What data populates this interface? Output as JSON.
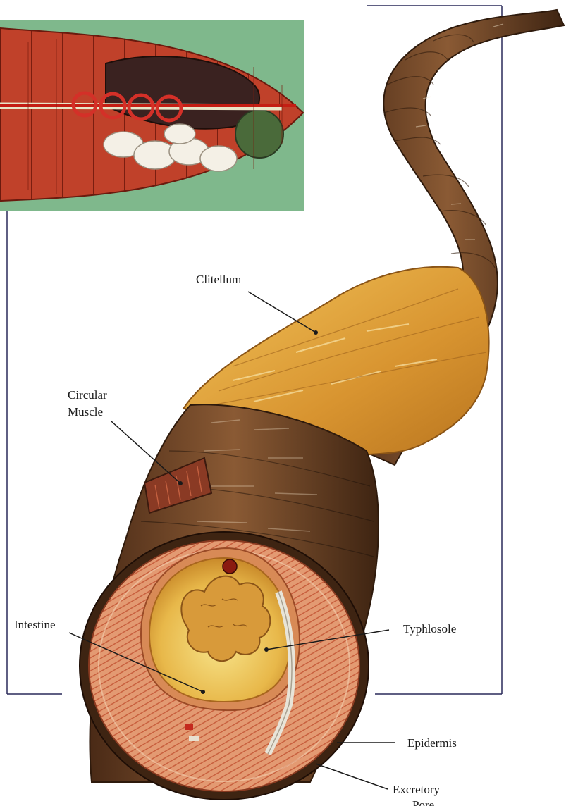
{
  "labels": {
    "clitellum": "Clitellum",
    "circular_muscle_line1": "Circular",
    "circular_muscle_line2": "Muscle",
    "intestine": "Intestine",
    "typhlosole": "Typhlosole",
    "epidermis": "Epidermis",
    "excretory_pore_line1": "Excretory",
    "excretory_pore_line2": "Pore"
  },
  "colors": {
    "inset_background": "#7fb88c",
    "body_red": "#b83a22",
    "worm_brown": "#6b4226",
    "clitellum_yellow": "#e0a83a",
    "intestine_yellow": "#f0d070",
    "frame_line": "#2a2a5a"
  }
}
